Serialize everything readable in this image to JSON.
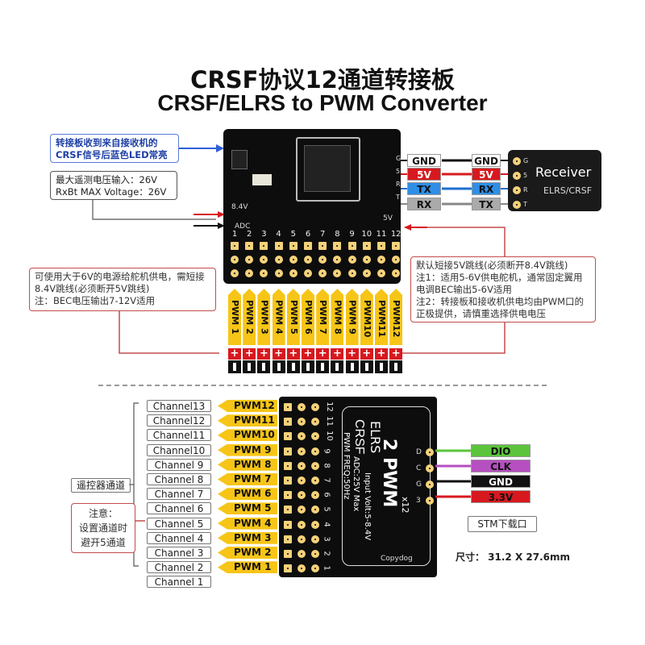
{
  "title_cn": "CRSF协议12通道转接板",
  "title_en": "CRSF/ELRS to PWM Converter",
  "notes": {
    "led": "转接板收到来自接收机的CRSF信号后蓝色LED常亮",
    "vmax_cn": "最大遥测电压输入：26V",
    "vmax_en": "RxBt MAX Voltage：26V",
    "left_power": "可使用大于6V的电源给舵机供电，需短接8.4V跳线(必须断开5V跳线)\n注：BEC电压输出7-12V适用",
    "right_power": "默认短接5V跳线(必须断开8.4V跳线)\n注1：适用5-6V供电舵机，通常固定翼用电调BEC输出5-6V适用\n注2：转接板和接收机供电均由PWM口的正极提供，请慎重选择供电电压"
  },
  "top_board": {
    "label_84v": "8.4V",
    "label_adc": "ADC",
    "label_5v": "5V",
    "side_pins": [
      "G",
      "5",
      "R",
      "T"
    ],
    "channel_numbers": [
      "1",
      "2",
      "3",
      "4",
      "5",
      "6",
      "7",
      "8",
      "9",
      "10",
      "11",
      "12"
    ],
    "pwm_labels": [
      "PWM 1",
      "PWM 2",
      "PWM 3",
      "PWM 4",
      "PWM 5",
      "PWM 6",
      "PWM 7",
      "PWM 8",
      "PWM 9",
      "PWM10",
      "PWM11",
      "PWM12"
    ]
  },
  "wiring": {
    "rows": [
      {
        "left": "GND",
        "right": "GND",
        "color": "#111111",
        "fg": "#111111",
        "bg": "#ffffff"
      },
      {
        "left": "5V",
        "right": "5V",
        "color": "#d7191f",
        "fg": "#ffffff",
        "bg": "#d7191f"
      },
      {
        "left": "TX",
        "right": "RX",
        "color": "#1e6fd0",
        "fg": "#111111",
        "bg": "#2f8fe6"
      },
      {
        "left": "RX",
        "right": "TX",
        "color": "#888888",
        "fg": "#111111",
        "bg": "#aaaaaa"
      }
    ]
  },
  "receiver": {
    "title": "Receiver",
    "subtitle": "ELRS/CRSF",
    "pins": [
      "G",
      "5",
      "R",
      "T"
    ]
  },
  "bottom": {
    "channels": [
      "Channel13",
      "Channel12",
      "Channel11",
      "Channel10",
      "Channel 9",
      "Channel 8",
      "Channel 7",
      "Channel 6",
      "Channel 5",
      "Channel 4",
      "Channel 3",
      "Channel 2",
      "Channel 1"
    ],
    "pwms": [
      "PWM12",
      "PWM11",
      "PWM10",
      "PWM 9",
      "PWM 8",
      "PWM 7",
      "PWM 6",
      "PWM 5",
      "PWM 4",
      "PWM 3",
      "PWM 2",
      "PWM 1"
    ],
    "remote_label": "遥控器通道",
    "warning": "注意：\n设置通道时\n避开5通道",
    "board_numbers": [
      "12",
      "11",
      "10",
      "9",
      "8",
      "7",
      "6",
      "5",
      "4",
      "3",
      "2",
      "1"
    ],
    "silk": {
      "line1": "CRSF",
      "line2": "ELRS",
      "big": "2 PWM",
      "x12": "x12",
      "input": "Input Volt:5-8.4V",
      "adc": "ADC:25V Max",
      "freq": "PWM FREQ:50Hz",
      "brand": "Copydog"
    },
    "side_pins": [
      "D",
      "C",
      "G",
      "3"
    ],
    "stm_pins": [
      {
        "label": "DIO",
        "bg": "#5cc43c",
        "fg": "#111111"
      },
      {
        "label": "CLK",
        "bg": "#b64fc0",
        "fg": "#111111"
      },
      {
        "label": "GND",
        "bg": "#111111",
        "fg": "#ffffff"
      },
      {
        "label": "3.3V",
        "bg": "#d7191f",
        "fg": "#111111"
      }
    ],
    "stm_label": "STM下载口",
    "size": "尺寸：  31.2 X 27.6mm"
  }
}
